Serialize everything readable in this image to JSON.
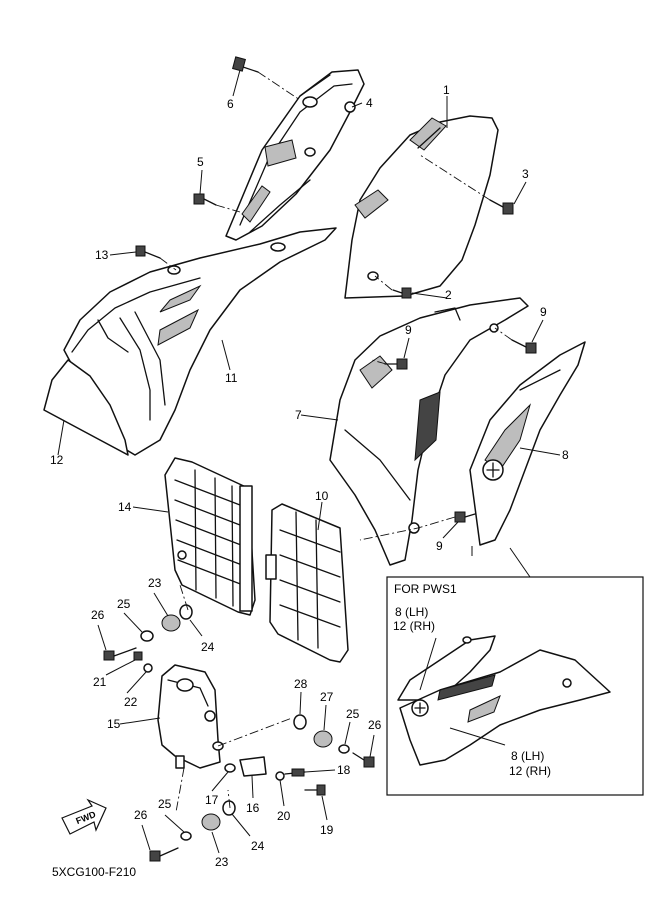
{
  "diagram": {
    "part_code": "5XCG100-F210",
    "fwd_label": "FWD",
    "callouts": [
      {
        "id": "c1",
        "label": "1"
      },
      {
        "id": "c2",
        "label": "2"
      },
      {
        "id": "c3",
        "label": "3"
      },
      {
        "id": "c4",
        "label": "4"
      },
      {
        "id": "c5",
        "label": "5"
      },
      {
        "id": "c6",
        "label": "6"
      },
      {
        "id": "c7",
        "label": "7"
      },
      {
        "id": "c8",
        "label": "8"
      },
      {
        "id": "c9a",
        "label": "9"
      },
      {
        "id": "c9b",
        "label": "9"
      },
      {
        "id": "c9c",
        "label": "9"
      },
      {
        "id": "c10",
        "label": "10"
      },
      {
        "id": "c11",
        "label": "11"
      },
      {
        "id": "c12",
        "label": "12"
      },
      {
        "id": "c13",
        "label": "13"
      },
      {
        "id": "c14",
        "label": "14"
      },
      {
        "id": "c15",
        "label": "15"
      },
      {
        "id": "c16",
        "label": "16"
      },
      {
        "id": "c17",
        "label": "17"
      },
      {
        "id": "c18",
        "label": "18"
      },
      {
        "id": "c19",
        "label": "19"
      },
      {
        "id": "c20",
        "label": "20"
      },
      {
        "id": "c21",
        "label": "21"
      },
      {
        "id": "c22",
        "label": "22"
      },
      {
        "id": "c23a",
        "label": "23"
      },
      {
        "id": "c23b",
        "label": "23"
      },
      {
        "id": "c24a",
        "label": "24"
      },
      {
        "id": "c24b",
        "label": "24"
      },
      {
        "id": "c25a",
        "label": "25"
      },
      {
        "id": "c25b",
        "label": "25"
      },
      {
        "id": "c25c",
        "label": "25"
      },
      {
        "id": "c26a",
        "label": "26"
      },
      {
        "id": "c26b",
        "label": "26"
      },
      {
        "id": "c26c",
        "label": "26"
      },
      {
        "id": "c27",
        "label": "27"
      },
      {
        "id": "c28",
        "label": "28"
      }
    ],
    "inset": {
      "title": "FOR PWS1",
      "label_top_8": "8  (LH)",
      "label_top_12": "12 (RH)",
      "label_bottom_8": "8  (LH)",
      "label_bottom_12": "12 (RH)"
    }
  }
}
